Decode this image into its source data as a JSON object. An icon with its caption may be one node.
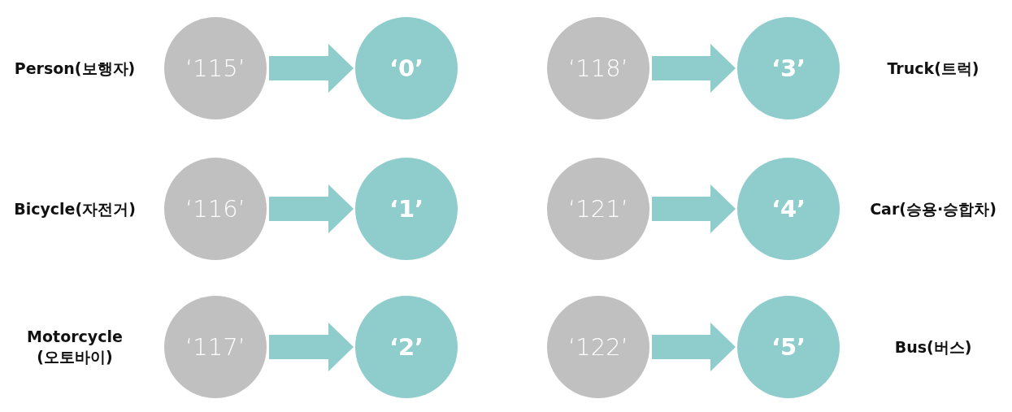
{
  "diagram": {
    "nodes": [
      {
        "text": [
          "‘115’"
        ],
        "beside": [
          "Person(보행자)"
        ]
      },
      {
        "text": [
          "‘0’"
        ]
      },
      {
        "text": [
          "‘118’"
        ]
      },
      {
        "text": [
          "‘3’"
        ],
        "beside": [
          "Truck(트럭)"
        ]
      },
      {
        "text": [
          "‘116’"
        ],
        "beside": [
          "Bicycle(자전거)"
        ]
      },
      {
        "text": [
          "‘1’"
        ]
      },
      {
        "text": [
          "‘121’"
        ]
      },
      {
        "text": [
          "‘4’"
        ],
        "beside": [
          "Car(승용·승합차)"
        ]
      },
      {
        "text": [
          "‘117’"
        ],
        "beside": [
          "Motorcycle (오토바이)"
        ]
      },
      {
        "text": [
          "‘2’"
        ]
      },
      {
        "text": [
          "‘122’"
        ]
      },
      {
        "text": [
          "‘5’"
        ],
        "beside": [
          "Bus(버스)"
        ]
      }
    ],
    "edges": [
      {
        "from": 0,
        "to": 1,
        "arrow": "to"
      },
      {
        "from": 2,
        "to": 3,
        "arrow": "to"
      },
      {
        "from": 4,
        "to": 5,
        "arrow": "to"
      },
      {
        "from": 6,
        "to": 7,
        "arrow": "to"
      },
      {
        "from": 8,
        "to": 9,
        "arrow": "to"
      },
      {
        "from": 10,
        "to": 11,
        "arrow": "to"
      }
    ]
  }
}
